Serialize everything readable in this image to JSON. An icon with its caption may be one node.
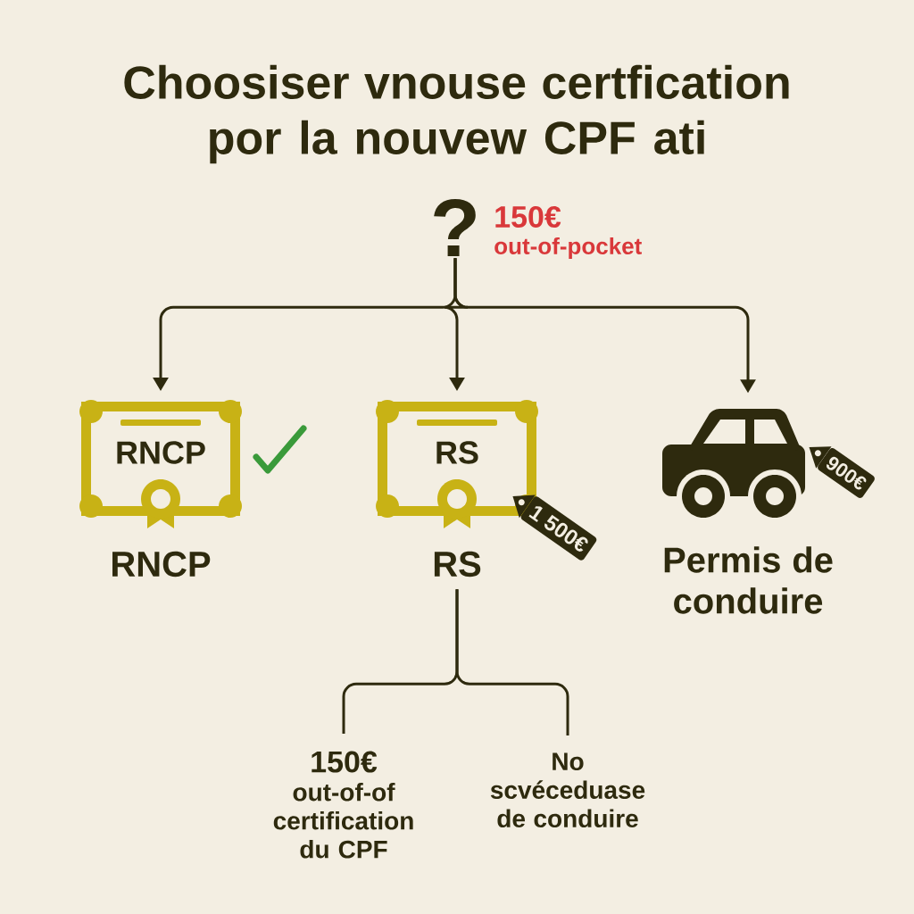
{
  "diagram": {
    "title": "Choosiser vnouse certfication por la nouvew CPF ati",
    "nodes": [
      {
        "text": [
          "?"
        ],
        "beside": [
          "150€",
          "out-of-pocket"
        ]
      },
      {
        "text": [
          "RNCP"
        ],
        "beside": [
          "RNCP"
        ]
      },
      {
        "text": [
          "RS"
        ],
        "beside": [
          "RS"
        ]
      },
      {
        "text": [
          "1 500€"
        ]
      },
      {
        "text": [],
        "shape": "car",
        "beside": [
          "Permis de conduire"
        ]
      },
      {
        "text": [
          "900€"
        ]
      },
      {
        "text": [
          "150€",
          "out-of-of certification du CPF"
        ]
      },
      {
        "text": [
          "No scvéceduase de conduire"
        ]
      }
    ],
    "edges": [
      {
        "from": 0,
        "to": 1,
        "arrow": "to"
      },
      {
        "from": 0,
        "to": 2,
        "arrow": "to"
      },
      {
        "from": 0,
        "to": 4,
        "arrow": "to"
      },
      {
        "from": 2,
        "to": 6,
        "arrow": "none"
      },
      {
        "from": 2,
        "to": 7,
        "arrow": "none"
      }
    ]
  }
}
